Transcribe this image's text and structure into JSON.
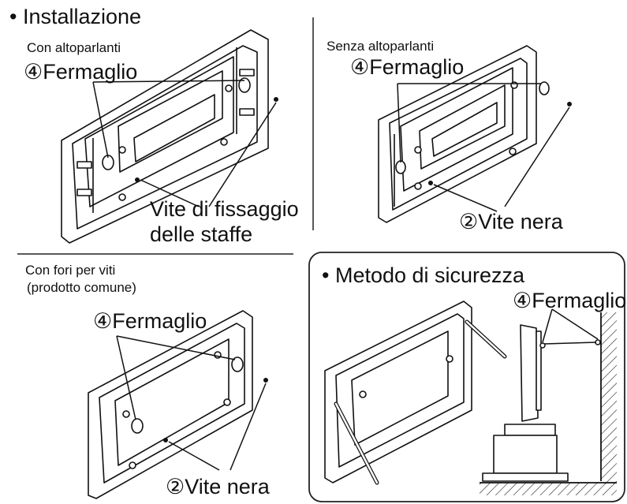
{
  "installazione": {
    "title": "• Installazione",
    "con_altoparlanti": {
      "label": "Con altoparlanti",
      "fermaglio": "④Fermaglio",
      "vite_fissaggio_1": "Vite di fissaggio",
      "vite_fissaggio_2": "delle staffe"
    },
    "senza_altoparlanti": {
      "label": "Senza altoparlanti",
      "fermaglio": "④Fermaglio",
      "vite_nera": "②Vite nera"
    },
    "con_fori": {
      "label_1": "Con fori per viti",
      "label_2": "(prodotto comune)",
      "fermaglio": "④Fermaglio",
      "vite_nera": "②Vite nera"
    }
  },
  "sicurezza": {
    "title": "• Metodo di sicurezza",
    "fermaglio": "④Fermaglio"
  },
  "colors": {
    "line": "#111111",
    "panel": "#ffffff"
  }
}
